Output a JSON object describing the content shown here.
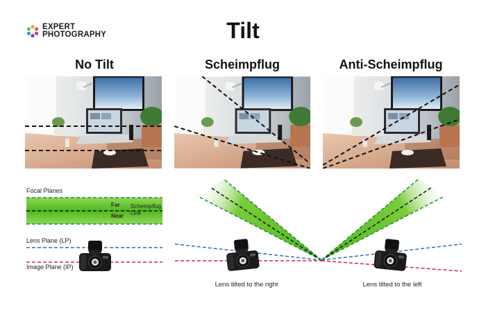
{
  "brand": {
    "line1": "EXPERT",
    "line2": "PHOTOGRAPHY"
  },
  "title": "Tilt",
  "columns": [
    {
      "heading": "No Tilt"
    },
    {
      "heading": "Scheimpflug",
      "caption": "Lens tilted to the right"
    },
    {
      "heading": "Anti-Scheimpflug",
      "caption": "Lens tilted to the left"
    }
  ],
  "diagram_labels": {
    "focal_planes": "Focal Planes",
    "far": "Far",
    "near": "Near",
    "scheimpflug_line_1": "Scheimpflug",
    "scheimpflug_line_2": "Line",
    "lens_plane": "Lens Plane (LP)",
    "image_plane": "Image Plane (IP)"
  },
  "colors": {
    "focus_green": "#5fc21a",
    "focal_plane_line": "#1f8f3a",
    "lens_plane_line": "#2e6fa8",
    "image_plane_line": "#d0215e"
  }
}
